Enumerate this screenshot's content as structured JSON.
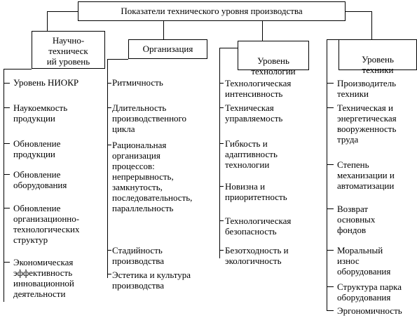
{
  "title": "Показатели технического уровня производства",
  "columns": [
    {
      "header": "Научно-\nтехническ\nий уровень",
      "items": [
        "Уровень НИОКР",
        "Наукоемкость\nпродукции",
        "Обновление\nпродукции",
        "Обновление\nоборудования",
        "Обновление\nорганизационно-\nтехнологических\nструктур",
        "Экономическая\nэффективность\nинновационной\nдеятельности"
      ]
    },
    {
      "header": "Организация",
      "items": [
        "Ритмичность",
        "Длительность\nпроизводственного\nцикла",
        "Рациональная\nорганизация\nпроцессов:\nнепрерывность,\nзамкнутость,\nпоследовательность,\nпараллельность",
        "Стадийность\nпроизводства",
        "Эстетика  и  культура\nпроизводства"
      ]
    },
    {
      "header": "Уровень\nтехнологии",
      "items": [
        "Технологическая\nинтенсивность",
        "Техническая\nуправляемость",
        "Гибкость и\nадаптивность\nтехнологии",
        "Новизна и\nприоритетность",
        "Технологическая\nбезопасность",
        "Безотходность и\nэкологичность"
      ]
    },
    {
      "header": "Уровень\nтехники",
      "items": [
        "Производитель\nтехники",
        "Техническая и\nэнергетическая\nвооруженность\nтруда",
        "Степень\nмеханизации и\nавтоматизации",
        "Возврат\nосновных\nфондов",
        "Моральный\nизнос\nоборудования",
        "Структура парка\nоборудования",
        "Эргономичность"
      ]
    }
  ]
}
